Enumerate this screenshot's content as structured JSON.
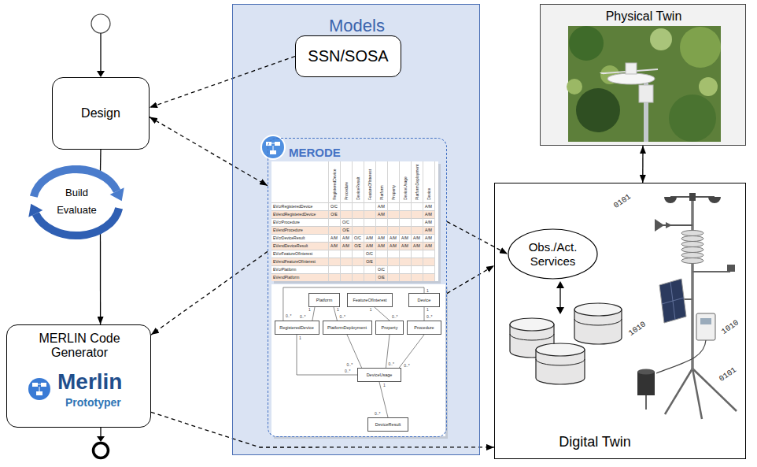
{
  "diagram": {
    "nodes": [
      {
        "text": [
          "Design"
        ]
      },
      {
        "text": [
          "Build",
          "Evaluate"
        ]
      },
      {
        "text": [
          "MERLIN Code Generator",
          "Merlin",
          "Prototyper"
        ]
      },
      {
        "text": [
          "Models"
        ]
      },
      {
        "text": [
          "SSN/SOSA"
        ],
        "in": 3
      },
      {
        "text": [
          "MERODE"
        ],
        "in": 3
      },
      {
        "text": [
          "Platform"
        ],
        "in": 5
      },
      {
        "text": [
          "FeatureOfInterest"
        ],
        "in": 5
      },
      {
        "text": [
          "Device"
        ],
        "in": 5
      },
      {
        "text": [
          "RegisteredDevice"
        ],
        "in": 5
      },
      {
        "text": [
          "PlatformDeployment"
        ],
        "in": 5
      },
      {
        "text": [
          "Property"
        ],
        "in": 5
      },
      {
        "text": [
          "Procedure"
        ],
        "in": 5
      },
      {
        "text": [
          "DeviceUsage"
        ],
        "in": 5
      },
      {
        "text": [
          "DeviceResult"
        ],
        "in": 5
      },
      {
        "text": [
          "Physical Twin"
        ]
      },
      {
        "text": [
          "Digital Twin"
        ]
      },
      {
        "text": [
          "Obs./Act. Services"
        ],
        "in": 16
      }
    ],
    "edges": [
      {
        "from": 4,
        "to": 0,
        "arrow": "to"
      },
      {
        "from": 0,
        "to": 5,
        "arrow": "both"
      },
      {
        "from": 5,
        "to": 2,
        "arrow": "to"
      },
      {
        "from": 0,
        "to": 1,
        "arrow": "none"
      },
      {
        "from": 1,
        "to": 2,
        "arrow": "to"
      },
      {
        "from": 2,
        "to": 16,
        "arrow": "to"
      },
      {
        "from": 5,
        "to": 17,
        "arrow": "to"
      },
      {
        "from": 5,
        "to": 16,
        "arrow": "to"
      },
      {
        "from": 15,
        "to": 16,
        "arrow": "both"
      },
      {
        "from": 6,
        "to": 9,
        "arrow": "none"
      },
      {
        "from": 6,
        "to": 10,
        "arrow": "none"
      },
      {
        "from": 8,
        "to": 9,
        "arrow": "none"
      },
      {
        "from": 7,
        "to": 11,
        "arrow": "none"
      },
      {
        "from": 8,
        "to": 12,
        "arrow": "none"
      },
      {
        "from": 9,
        "to": 13,
        "arrow": "none"
      },
      {
        "from": 10,
        "to": 13,
        "arrow": "none"
      },
      {
        "from": 11,
        "to": 13,
        "arrow": "none"
      },
      {
        "from": 12,
        "to": 13,
        "arrow": "none"
      },
      {
        "from": 13,
        "to": 14,
        "arrow": "none"
      }
    ],
    "labels": [
      "RegisteredDevice",
      "Procedure",
      "DeviceResult",
      "FeatureOfInterest",
      "Platform",
      "Property",
      "DeviceUsage",
      "PlatformDeployment",
      "Device",
      "EVcrRegisteredDevice",
      "O/C",
      "A/M",
      "A/M",
      "EVendRegisteredDevice",
      "O/E",
      "A/M",
      "A/M",
      "EVcrProcedure",
      "O/C",
      "A/M",
      "EVendProcedure",
      "O/E",
      "A/M",
      "EVcrDeviceResult",
      "A/M",
      "A/M",
      "O/C",
      "A/M",
      "A/M",
      "A/M",
      "A/M",
      "A/M",
      "A/M",
      "EVendDeviceResult",
      "A/M",
      "A/M",
      "O/E",
      "A/M",
      "A/M",
      "A/M",
      "A/M",
      "A/M",
      "A/M",
      "EVcrFeatureOfInterest",
      "O/C",
      "EVendFeatureOfInterest",
      "O/E",
      "EVcrPlatform",
      "O/C",
      "EVendPlatform",
      "O/E",
      "1",
      "0..*",
      "1",
      "0..*",
      "1",
      "0..*",
      "1",
      "0..*",
      "1",
      "0..*",
      "1",
      "0..*",
      "0..*",
      "0..*",
      "0..*",
      "1",
      "0..*",
      "0101",
      "1010",
      "1010",
      "0101"
    ]
  }
}
